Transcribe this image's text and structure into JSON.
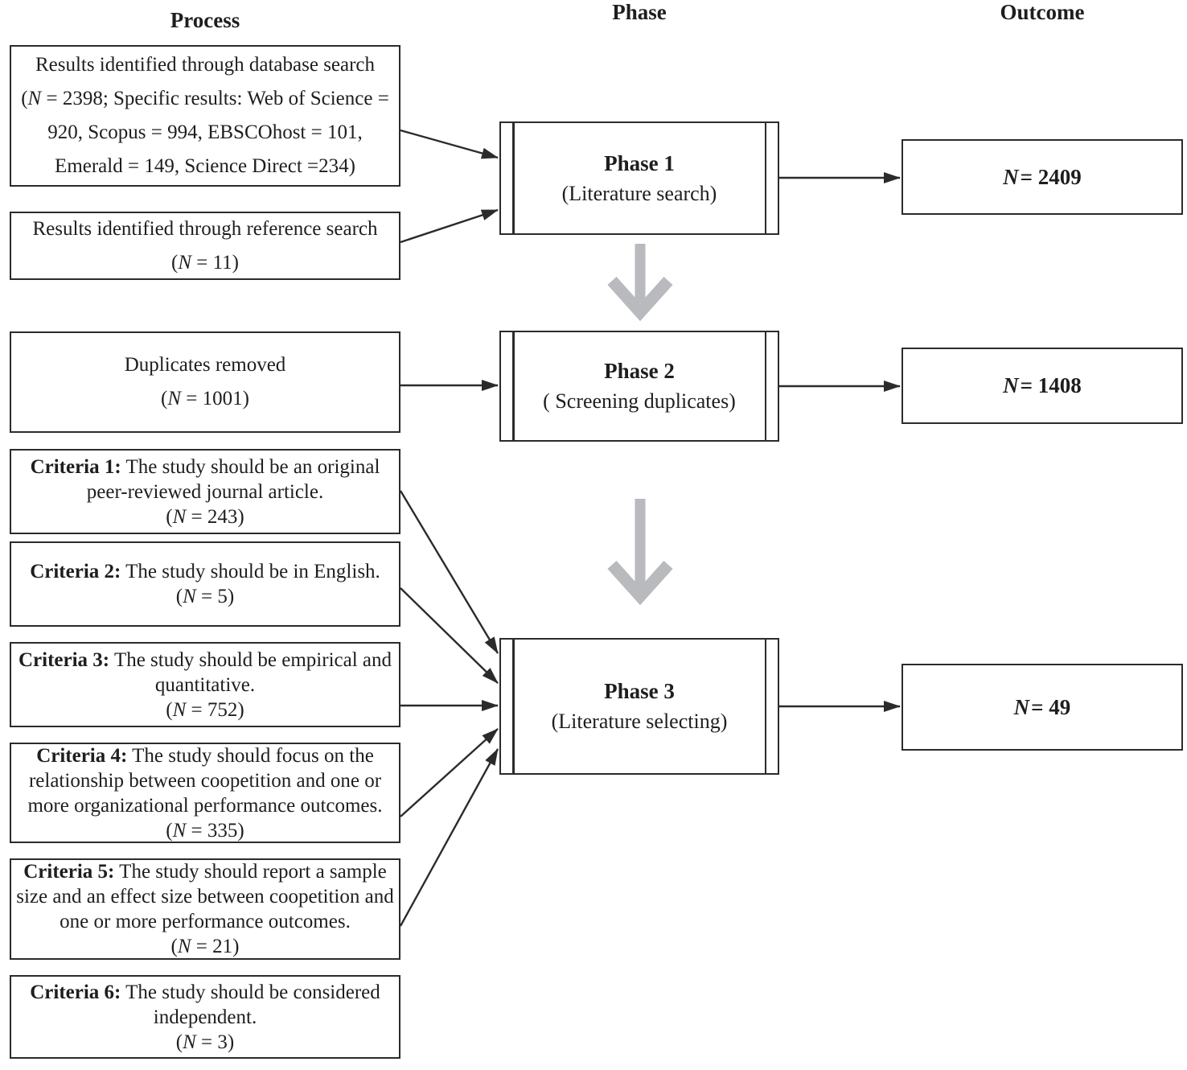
{
  "colors": {
    "line_color": "#2b2b2b",
    "text_color": "#1e1e1e",
    "gray_arrow": "#b9babd",
    "background": "#ffffff"
  },
  "headers": {
    "process": "Process",
    "phase": "Phase",
    "outcome": "Outcome"
  },
  "process_boxes": [
    {
      "title": "Results identified through database search",
      "n_open": "(",
      "n_symbol": "N",
      "n_rest": " = 2398; Specific results: Web of Science = 920, Scopus = 994, EBSCOhost = 101, Emerald = 149,  Science Direct =234)"
    },
    {
      "title": "Results identified through reference search",
      "n_open": "(",
      "n_symbol": "N",
      "n_rest": " = 11)"
    },
    {
      "title": "Duplicates removed",
      "n_open": "(",
      "n_symbol": "N",
      "n_rest": " = 1001)"
    },
    {
      "label": "Criteria 1:",
      "body": " The study should be an original peer-reviewed journal article.",
      "n_open": "(",
      "n_symbol": "N",
      "n_rest": " = 243)"
    },
    {
      "label": "Criteria 2:",
      "body": " The study should be in English.",
      "n_open": "(",
      "n_symbol": "N",
      "n_rest": " = 5)"
    },
    {
      "label": "Criteria 3:",
      "body": " The study should be empirical and quantitative.",
      "n_open": "(",
      "n_symbol": "N",
      "n_rest": " = 752)"
    },
    {
      "label": "Criteria 4:",
      "body": " The study should focus on the relationship between coopetition and one or more organizational performance outcomes.",
      "n_open": "(",
      "n_symbol": "N",
      "n_rest": " = 335)"
    },
    {
      "label": "Criteria 5:",
      "body": " The study should report a sample size and an effect size between coopetition and one or more performance outcomes.",
      "n_open": "(",
      "n_symbol": "N",
      "n_rest": " = 21)"
    },
    {
      "label": "Criteria 6:",
      "body": " The study should be considered independent.",
      "n_open": "(",
      "n_symbol": "N",
      "n_rest": " = 3)"
    }
  ],
  "phase_boxes": [
    {
      "title": "Phase 1",
      "subtitle": "(Literature search)"
    },
    {
      "title": "Phase 2",
      "subtitle": "( Screening duplicates)"
    },
    {
      "title": "Phase 3",
      "subtitle": "(Literature selecting)"
    }
  ],
  "outcome_boxes": [
    {
      "n_symbol": "N",
      "value": " = 2409"
    },
    {
      "n_symbol": "N",
      "value": " = 1408"
    },
    {
      "n_symbol": "N",
      "value": " = 49"
    }
  ]
}
